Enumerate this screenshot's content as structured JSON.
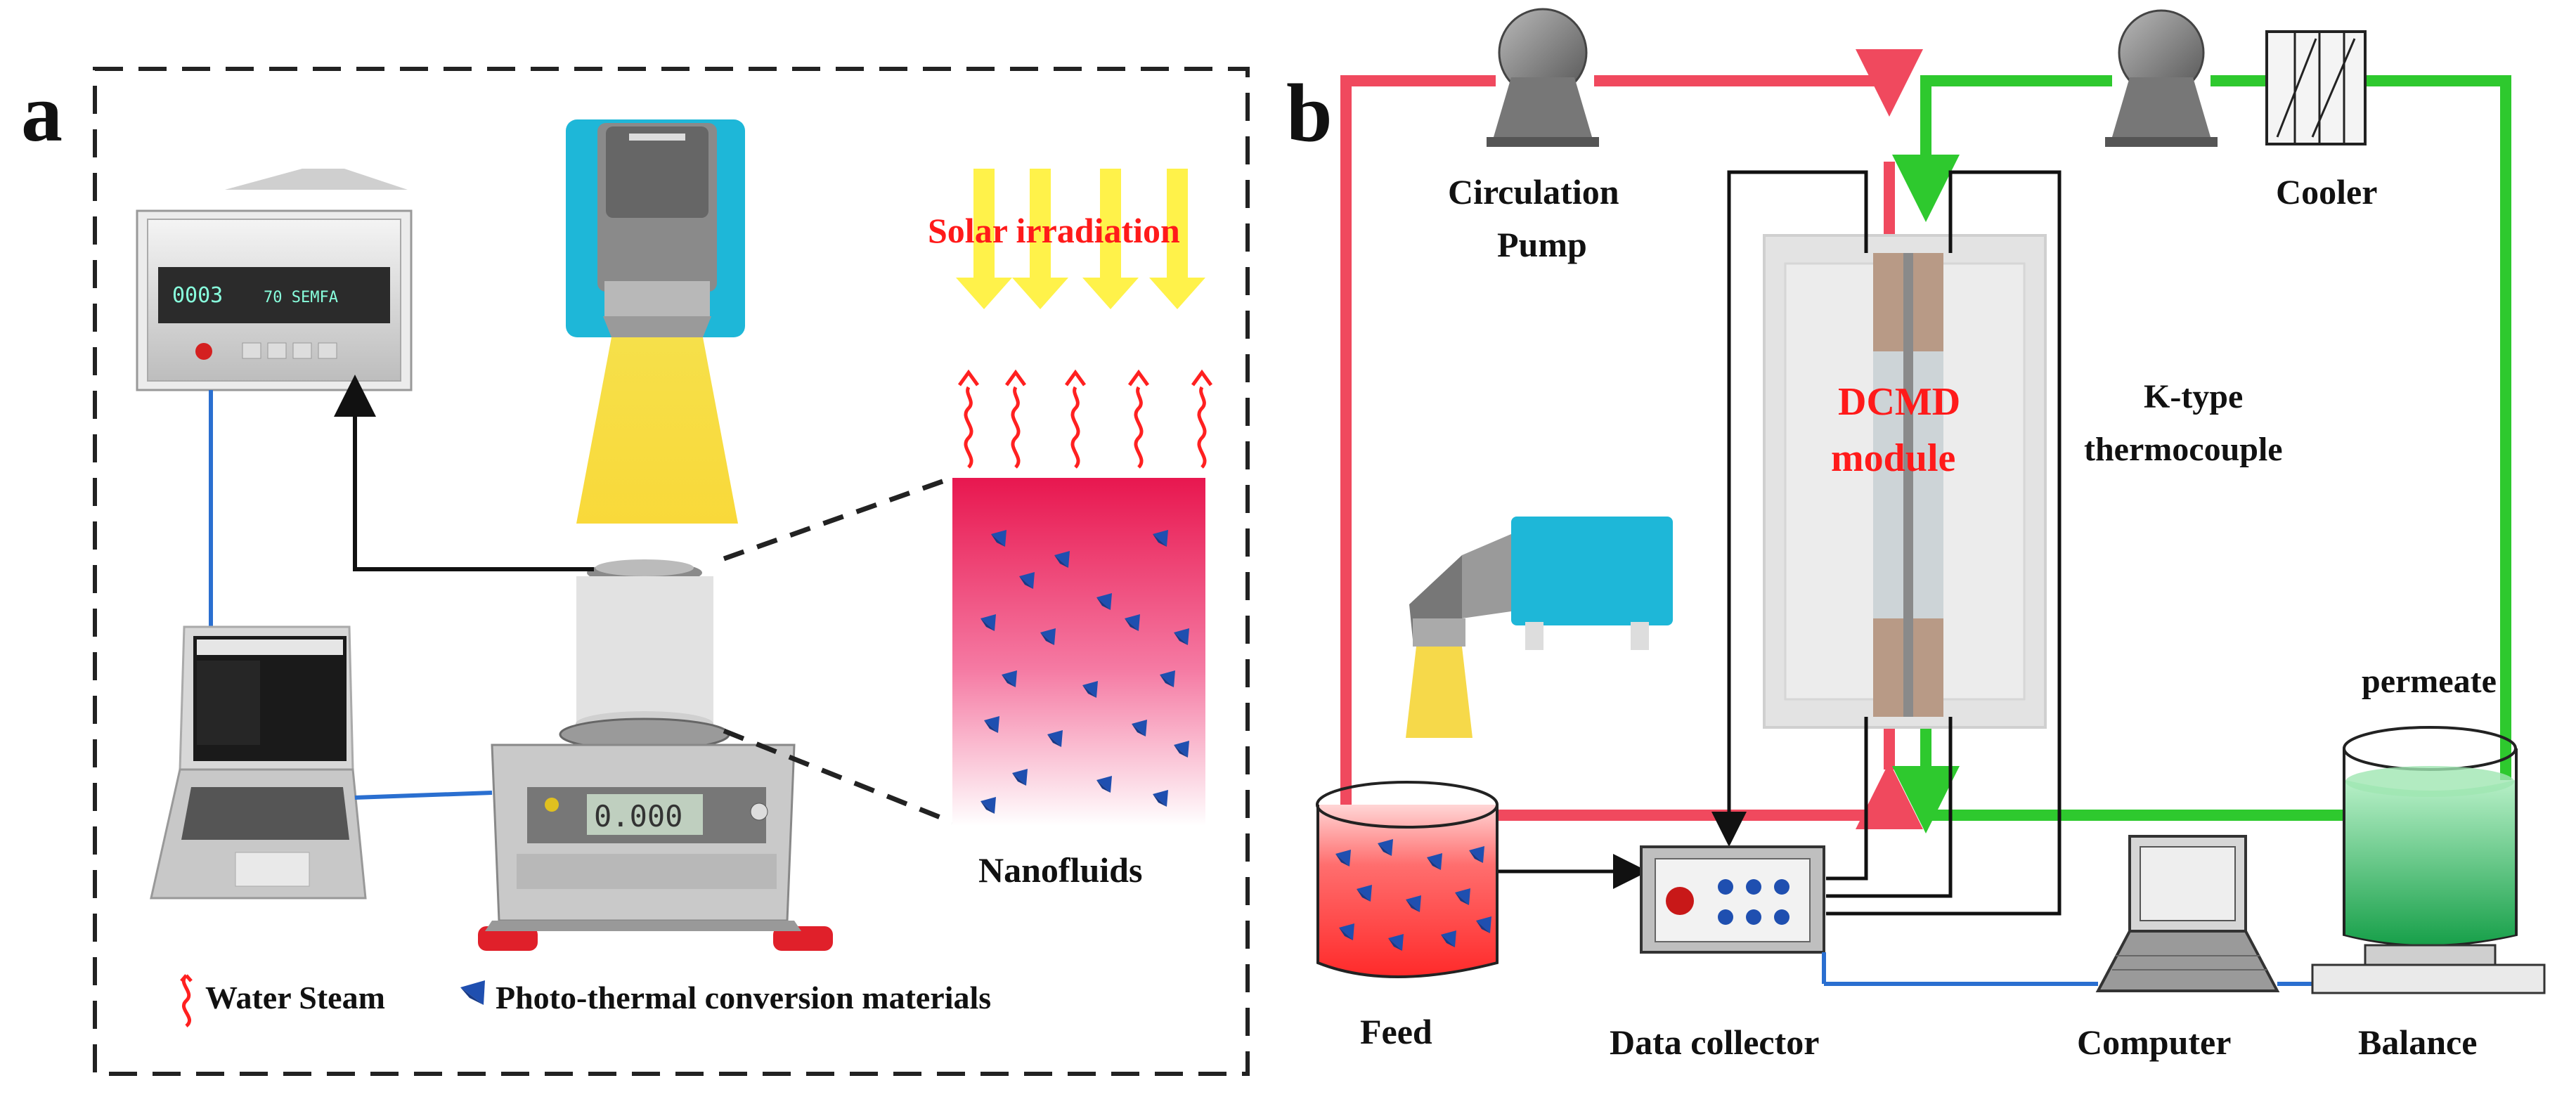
{
  "panel_a": {
    "label": "a",
    "solar_label": "Solar irradiation",
    "nanofluids_label": "Nanofluids",
    "legend_steam": "Water Steam",
    "legend_materials": "Photo-thermal conversion materials",
    "device_display": "0003",
    "balance_display": "0.000"
  },
  "panel_b": {
    "label": "b",
    "circulation_pump_line1": "Circulation",
    "circulation_pump_line2": "Pump",
    "cooler_label": "Cooler",
    "dcmd_line1": "DCMD",
    "dcmd_line2": "module",
    "thermocouple_line1": "K-type",
    "thermocouple_line2": "thermocouple",
    "permeate_label": "permeate",
    "feed_label": "Feed",
    "data_collector_label": "Data collector",
    "computer_label": "Computer",
    "balance_label": "Balance"
  },
  "colors": {
    "hot_loop": "#f0495e",
    "cold_loop": "#2ec92e",
    "signal_line": "#2a6fd0",
    "solar_arrow": "#fff24a",
    "nanofluid_top": "#e8174f",
    "particle": "#1f4fb0",
    "lamp_body": "#1eb7d8"
  }
}
